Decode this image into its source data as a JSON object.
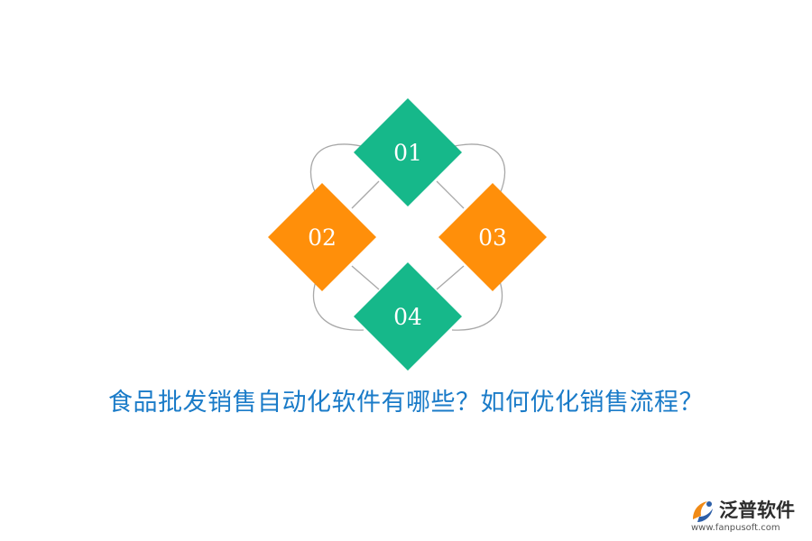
{
  "diagram": {
    "nodes": [
      {
        "id": "01",
        "label": "01",
        "position": "top",
        "color": "#16b88a"
      },
      {
        "id": "02",
        "label": "02",
        "position": "left",
        "color": "#ff8f0a"
      },
      {
        "id": "03",
        "label": "03",
        "position": "right",
        "color": "#ff8f0a"
      },
      {
        "id": "04",
        "label": "04",
        "position": "bottom",
        "color": "#16b88a"
      }
    ],
    "connector_color": "#a8a8a8",
    "label_color": "#ffffff"
  },
  "caption": {
    "text": "食品批发销售自动化软件有哪些？如何优化销售流程？",
    "color": "#1a7bc8"
  },
  "logo": {
    "name": "泛普软件",
    "url": "www.fanpusoft.com",
    "icon": "fanpu-logo-icon",
    "colors": [
      "#f08a16",
      "#2d5fa8"
    ]
  }
}
